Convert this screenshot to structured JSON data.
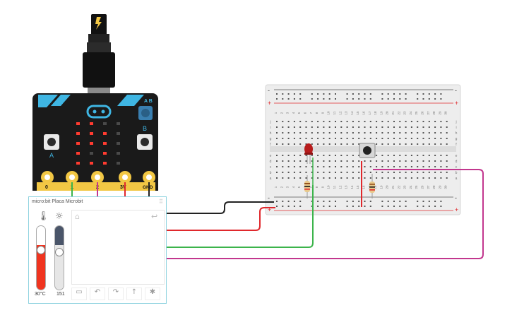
{
  "pins": {
    "p0": "0",
    "p1": "1",
    "p2": "2",
    "p3v": "3V",
    "gnd": "GND"
  },
  "panel": {
    "title": "micro:bit Placa Microbit",
    "temperature_label": "30°C",
    "light_label": "151",
    "temperature_level": 0.62,
    "light_level": 0.59
  },
  "breadboard": {
    "top_rail_minus": "-",
    "top_rail_plus": "+",
    "bottom_rail_minus": "-",
    "bottom_rail_plus": "+",
    "row_letters_top": [
      "j",
      "i",
      "h",
      "g",
      "f"
    ],
    "row_letters_bottom": [
      "e",
      "d",
      "c",
      "b",
      "a"
    ],
    "column_numbers": [
      "1",
      "2",
      "3",
      "4",
      "5",
      "6",
      "7",
      "8",
      "9",
      "10",
      "11",
      "12",
      "13",
      "14",
      "15",
      "16",
      "17",
      "18",
      "19",
      "20",
      "21",
      "22",
      "23",
      "24",
      "25",
      "26",
      "27",
      "28",
      "29",
      "30"
    ]
  },
  "colors": {
    "board": "#1a1a1a",
    "accent": "#3fb6e3",
    "gold": "#f2c744",
    "wire_black": "#222222",
    "wire_red": "#e0282c",
    "wire_green": "#3cb44b",
    "wire_magenta": "#c2378e",
    "led": "#ff3b30",
    "ext_led": "#b71c1c"
  },
  "icons": {
    "thermometer": "thermometer-icon",
    "sun": "sun-icon",
    "house": "house-icon",
    "usb": "usb-plug-icon"
  }
}
